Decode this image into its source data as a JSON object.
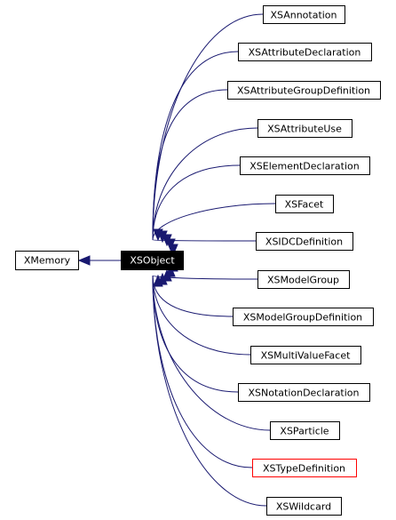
{
  "colors": {
    "edge": "#191970",
    "box_border": "#000000",
    "focus_fill": "#000000",
    "focus_text": "#ffffff",
    "highlight_border": "#ff0000"
  },
  "nodes": {
    "xmemory": {
      "label": "XMemory"
    },
    "xsobject": {
      "label": "XSObject",
      "style": "focus"
    },
    "subclasses": [
      {
        "id": "xsannotation",
        "label": "XSAnnotation"
      },
      {
        "id": "xsattributedeclaration",
        "label": "XSAttributeDeclaration"
      },
      {
        "id": "xsattributegroupdefinition",
        "label": "XSAttributeGroupDefinition"
      },
      {
        "id": "xsattributeuse",
        "label": "XSAttributeUse"
      },
      {
        "id": "xselementdeclaration",
        "label": "XSElementDeclaration"
      },
      {
        "id": "xsfacet",
        "label": "XSFacet"
      },
      {
        "id": "xsidcdefinition",
        "label": "XSIDCDefinition"
      },
      {
        "id": "xsmodelgroup",
        "label": "XSModelGroup"
      },
      {
        "id": "xsmodelgroupdefinition",
        "label": "XSModelGroupDefinition"
      },
      {
        "id": "xsmultivaluefacet",
        "label": "XSMultiValueFacet"
      },
      {
        "id": "xsnotationdeclaration",
        "label": "XSNotationDeclaration"
      },
      {
        "id": "xsparticle",
        "label": "XSParticle"
      },
      {
        "id": "xstypedefinition",
        "label": "XSTypeDefinition",
        "style": "red-border"
      },
      {
        "id": "xswildcard",
        "label": "XSWildcard"
      }
    ]
  }
}
